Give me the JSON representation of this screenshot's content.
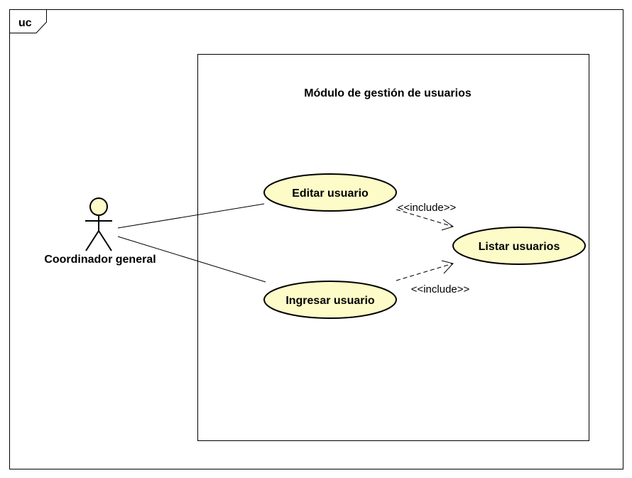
{
  "frame": {
    "label": "uc"
  },
  "system": {
    "title": "Módulo de gestión de usuarios"
  },
  "actor": {
    "name": "Coordinador general"
  },
  "use_cases": {
    "edit": "Editar usuario",
    "add": "Ingresar usuario",
    "list": "Listar usuarios"
  },
  "relations": {
    "include_1": "<<include>>",
    "include_2": "<<include>>"
  },
  "colors": {
    "usecase_fill": "#fdfbc8",
    "stroke": "#000000"
  }
}
